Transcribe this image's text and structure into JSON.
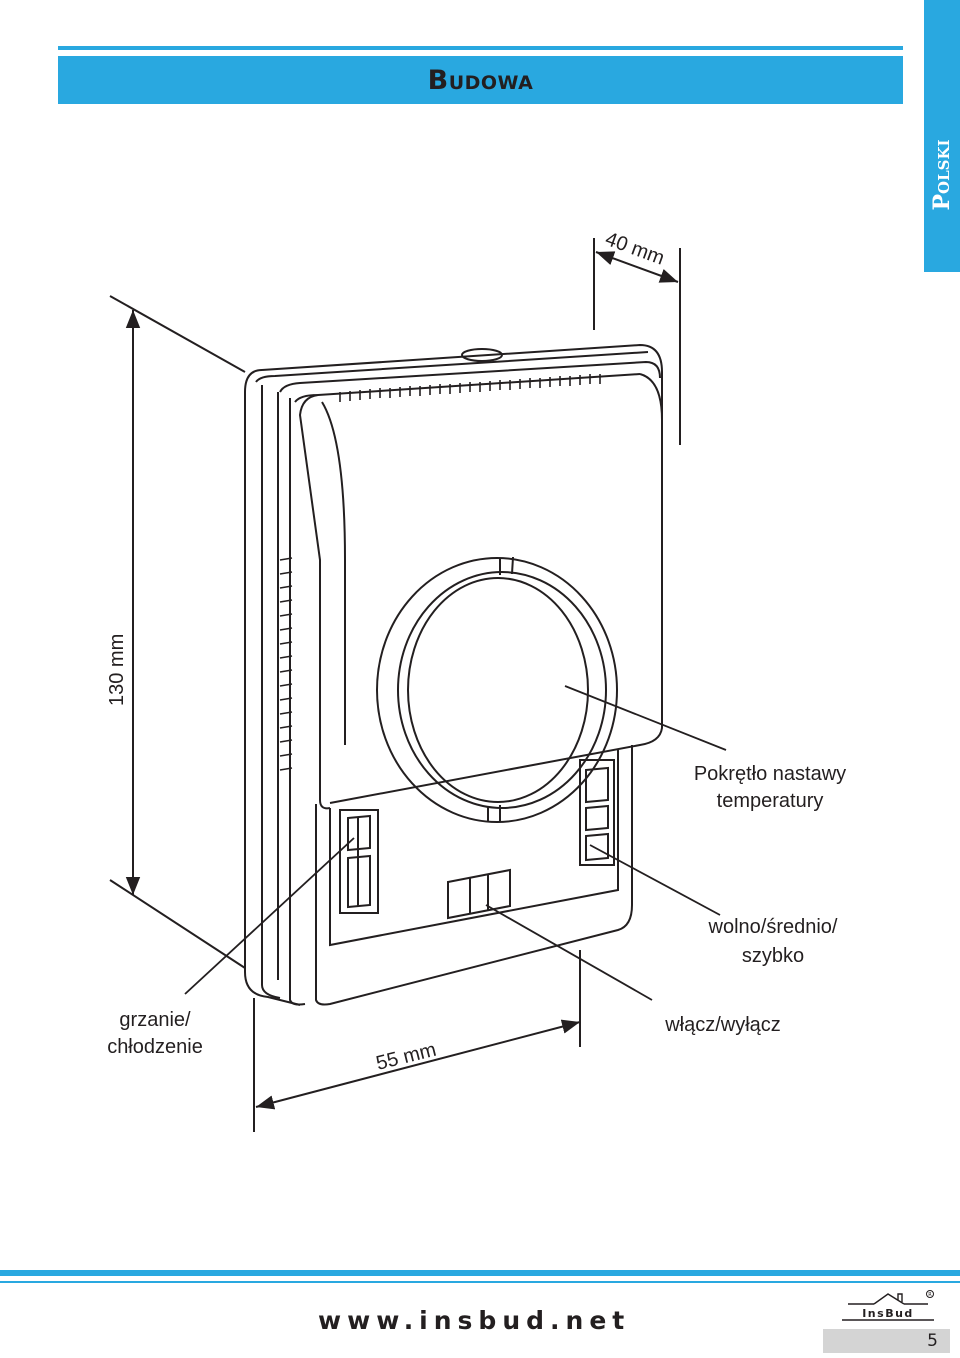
{
  "header": {
    "title": "Budowa"
  },
  "language_tab": {
    "label": "Polski"
  },
  "dimensions": {
    "depth": "40 mm",
    "height": "130 mm",
    "width": "55 mm"
  },
  "callouts": {
    "knob": [
      "Pokrętło nastawy",
      "temperatury"
    ],
    "speed": [
      "wolno/średnio/",
      "szybko"
    ],
    "mode": [
      "grzanie/",
      "chłodzenie"
    ],
    "power": "włącz/wyłącz"
  },
  "footer": {
    "website": "www.insbud.net",
    "brand": "InsBud",
    "page_number": "5"
  },
  "colors": {
    "accent": "#29a8e0",
    "ink": "#231f20",
    "page_box": "#d4d4d4"
  }
}
